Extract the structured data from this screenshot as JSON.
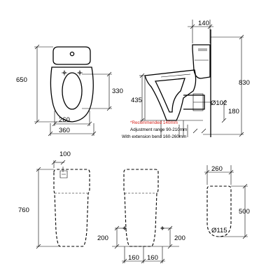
{
  "colors": {
    "line": "#000000",
    "note_highlight": "#d7261e",
    "background": "#ffffff"
  },
  "top_view": {
    "width": "360",
    "depth": "650",
    "bowl_depth": "330",
    "inner_width": "260"
  },
  "side_view": {
    "cistern_depth": "140",
    "height": "830",
    "seat_height": "435",
    "outlet_diameter": "Ø102",
    "outlet_height": "180",
    "note_recommended": "*Recommended 140mm",
    "note_adjustment": "Adjustment range 90-210mm",
    "note_extension": "With extension bend 160-260mm"
  },
  "rear_view": {
    "offset": "100",
    "height": "760"
  },
  "front_view": {
    "fixing_height_left": "200",
    "fixing_height_right": "200",
    "spacing_left": "160",
    "spacing_right": "160"
  },
  "floor_view": {
    "width": "260",
    "depth": "500",
    "diameter": "Ø115"
  }
}
